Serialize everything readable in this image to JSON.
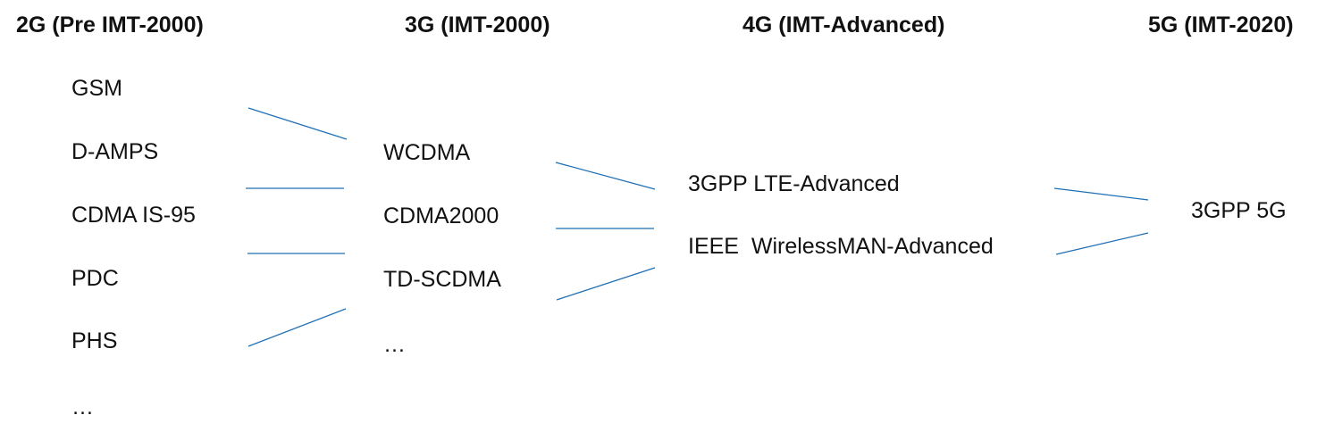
{
  "headings": {
    "gen2": "2G (Pre IMT-2000)",
    "gen3": "3G (IMT-2000)",
    "gen4": "4G (IMT-Advanced)",
    "gen5": "5G (IMT-2020)"
  },
  "gen2_items": [
    "GSM",
    "D-AMPS",
    "CDMA IS-95",
    "PDC",
    "PHS",
    "…"
  ],
  "gen3_items": [
    "WCDMA",
    "CDMA2000",
    "TD-SCDMA",
    "…"
  ],
  "gen4_items": [
    "3GPP LTE-Advanced",
    "IEEE  WirelessMAN-Advanced"
  ],
  "gen5_items": [
    "3GPP 5G"
  ],
  "colors": {
    "connector": "#1f6fb5",
    "text": "#111111"
  }
}
